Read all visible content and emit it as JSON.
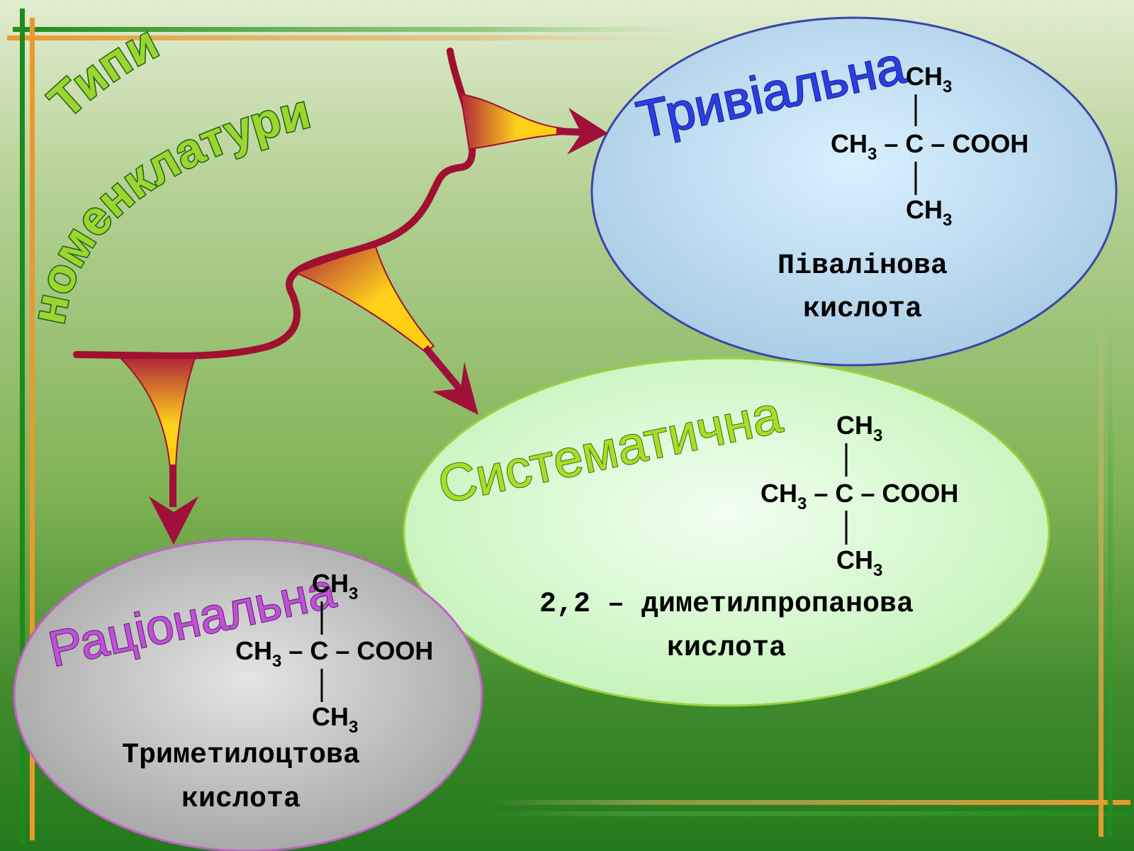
{
  "title": {
    "line1": "Типи",
    "line2": "номенклатури"
  },
  "branches": {
    "trivial": {
      "name": "Тривіальна",
      "formula": {
        "top": "CH",
        "top_sub": "3",
        "middle_left": "CH",
        "middle_left_sub": "3",
        "middle_right": " – C – COOH",
        "bottom": "CH",
        "bottom_sub": "3"
      },
      "caption_line1": "Півалінова",
      "caption_line2": "кислота"
    },
    "systematic": {
      "name": "Систематична",
      "formula": {
        "top": "CH",
        "top_sub": "3",
        "middle_left": "CH",
        "middle_left_sub": "3",
        "middle_right": " – C – COOH",
        "bottom": "CH",
        "bottom_sub": "3"
      },
      "caption_line1": "2,2 – диметилпропанова",
      "caption_line2": "кислота"
    },
    "rational": {
      "name": "Раціональна",
      "formula": {
        "top": "CH",
        "top_sub": "3",
        "middle_left": "CH",
        "middle_left_sub": "3",
        "middle_right": " – C – COOH",
        "bottom": "CH",
        "bottom_sub": "3"
      },
      "caption_line1": "Триметилоцтова",
      "caption_line2": "кислота"
    }
  },
  "colors": {
    "title_fill": "#9bd630",
    "title_stroke": "#1e5f12",
    "trivial_label": "#2b3ee6",
    "systematic_label": "#a6e026",
    "rational_label": "#c050d8",
    "arrow": "#a0103a",
    "funnel": "#ffd21a"
  }
}
